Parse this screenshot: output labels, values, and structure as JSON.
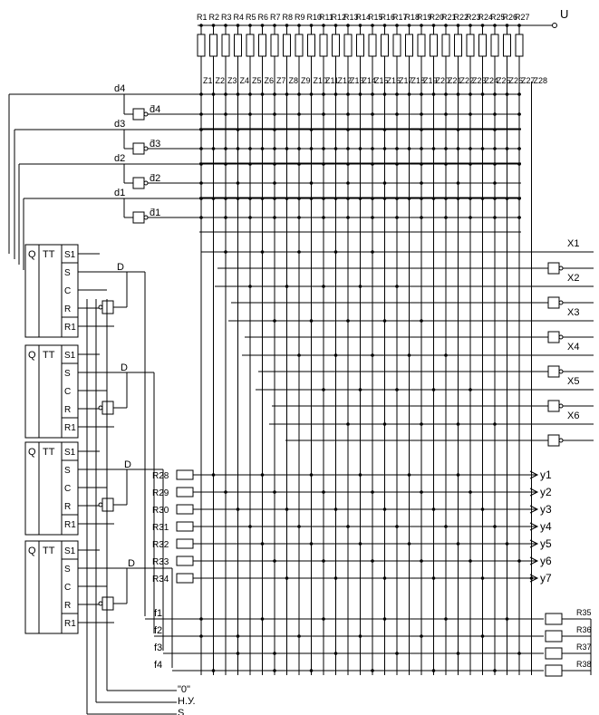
{
  "supply_label": "U",
  "resistors_top": [
    "R1",
    "R2",
    "R3",
    "R4",
    "R5",
    "R6",
    "R7",
    "R8",
    "R9",
    "R10",
    "R11",
    "R12",
    "R13",
    "R14",
    "R15",
    "R16",
    "R17",
    "R18",
    "R19",
    "R20",
    "R21",
    "R22",
    "R23",
    "R24",
    "R25",
    "R26",
    "R27"
  ],
  "z_labels": [
    "Z1",
    "Z2",
    "Z3",
    "Z4",
    "Z5",
    "Z6",
    "Z7",
    "Z8",
    "Z9",
    "Z10",
    "Z11",
    "Z12",
    "Z13",
    "Z14",
    "Z15",
    "Z16",
    "Z17",
    "Z18",
    "Z19",
    "Z20",
    "Z21",
    "Z22",
    "Z23",
    "Z24",
    "Z25",
    "Z26",
    "Z27",
    "Z28"
  ],
  "d_inputs": [
    "d4",
    "d3",
    "d2",
    "d1"
  ],
  "d_inverted": [
    "d̄4",
    "d̄3",
    "d̄2",
    "d̄1"
  ],
  "x_outputs": [
    "X1",
    "X2",
    "X3",
    "X4",
    "X5",
    "X6"
  ],
  "y_resistors": [
    "R28",
    "R29",
    "R30",
    "R31",
    "R32",
    "R33",
    "R34"
  ],
  "y_outputs": [
    "y1",
    "y2",
    "y3",
    "y4",
    "y5",
    "y6",
    "y7"
  ],
  "f_inputs": [
    "f1",
    "f2",
    "f3",
    "f4"
  ],
  "f_resistors": [
    "R35",
    "R36",
    "R37",
    "R38"
  ],
  "trigger": {
    "q": "Q",
    "tt": "TT",
    "pins": [
      "S1",
      "S",
      "C",
      "R",
      "R1"
    ],
    "d_label": "D"
  },
  "bottom_labels": [
    "\"0\"",
    "Н.У.",
    "S"
  ]
}
